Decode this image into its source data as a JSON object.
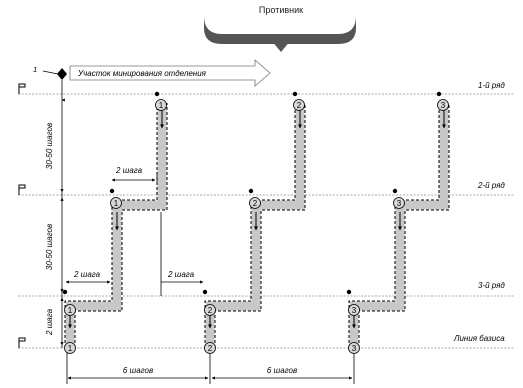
{
  "enemy_label": "Противник",
  "area_label": "Участок минирования отделения",
  "point_marker": "1",
  "rows": {
    "row1": "1-й  ряд",
    "row2": "2-й  ряд",
    "row3": "3-й  ряд",
    "base": "Линия базиса"
  },
  "vertical_dims": {
    "upper": "30-50 шагов",
    "middle": "30-50 шагов",
    "lower": "2 шага"
  },
  "step_labels": {
    "upper": "2 шага",
    "middle_left": "2 шага",
    "middle_right": "2 шага",
    "bottom_left": "6 шагов",
    "bottom_right": "6 шагов"
  },
  "sapper_numbers": [
    "1",
    "2",
    "3"
  ],
  "colors": {
    "path_fill": "#c8c8c8",
    "path_dash": "#000000",
    "row_line": "#8c8c8c",
    "banner": "#555555"
  }
}
